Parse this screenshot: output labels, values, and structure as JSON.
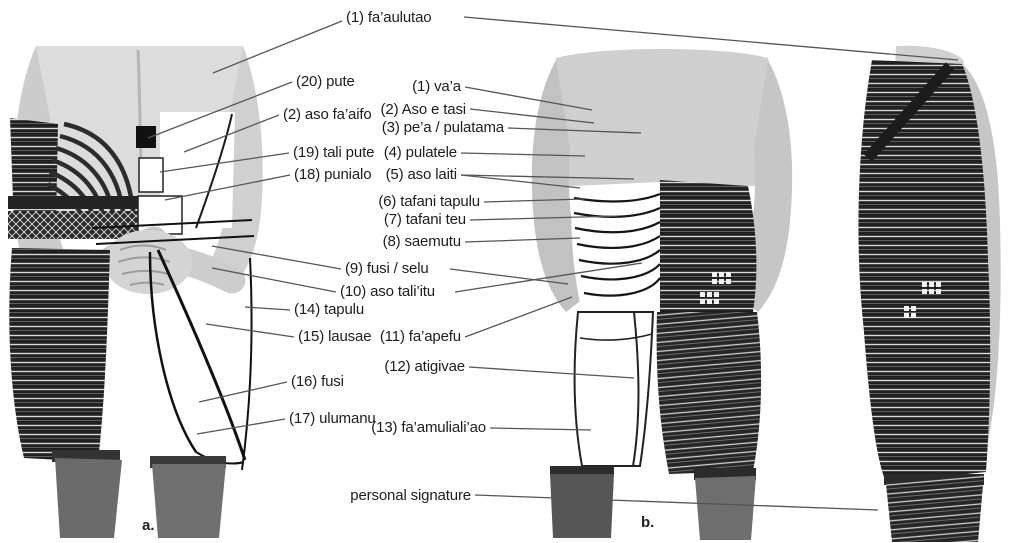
{
  "diagram": {
    "shared": {
      "faaulutao": "(1) fa’aulutao"
    },
    "front_view": {
      "caption": "a.",
      "labels": [
        "(20) pute",
        "(2) aso fa’aifo",
        "(19) tali pute",
        "(18) punialo",
        "(9) fusi / selu",
        "(10) aso tali’itu",
        "(14) tapulu",
        "(15) lausae",
        "(16) fusi",
        "(17) ulumanu"
      ]
    },
    "back_view": {
      "caption": "b.",
      "labels": [
        "(1) va’a",
        "(2) Aso e tasi",
        "(3) pe’a / pulatama",
        "(4) pulatele",
        "(5) aso laiti",
        "(6) tafani tapulu",
        "(7) tafani teu",
        "(8) saemutu",
        "(11) fa’apefu",
        "(12) atigivae",
        "(13) fa’amuliali’ao",
        "personal signature"
      ]
    },
    "colors": {
      "background": "#ffffff",
      "text": "#1d1d1d",
      "leader_line": "#555555",
      "tattoo_dark": "#212121",
      "skin_gray": "#d2d2d2"
    }
  }
}
